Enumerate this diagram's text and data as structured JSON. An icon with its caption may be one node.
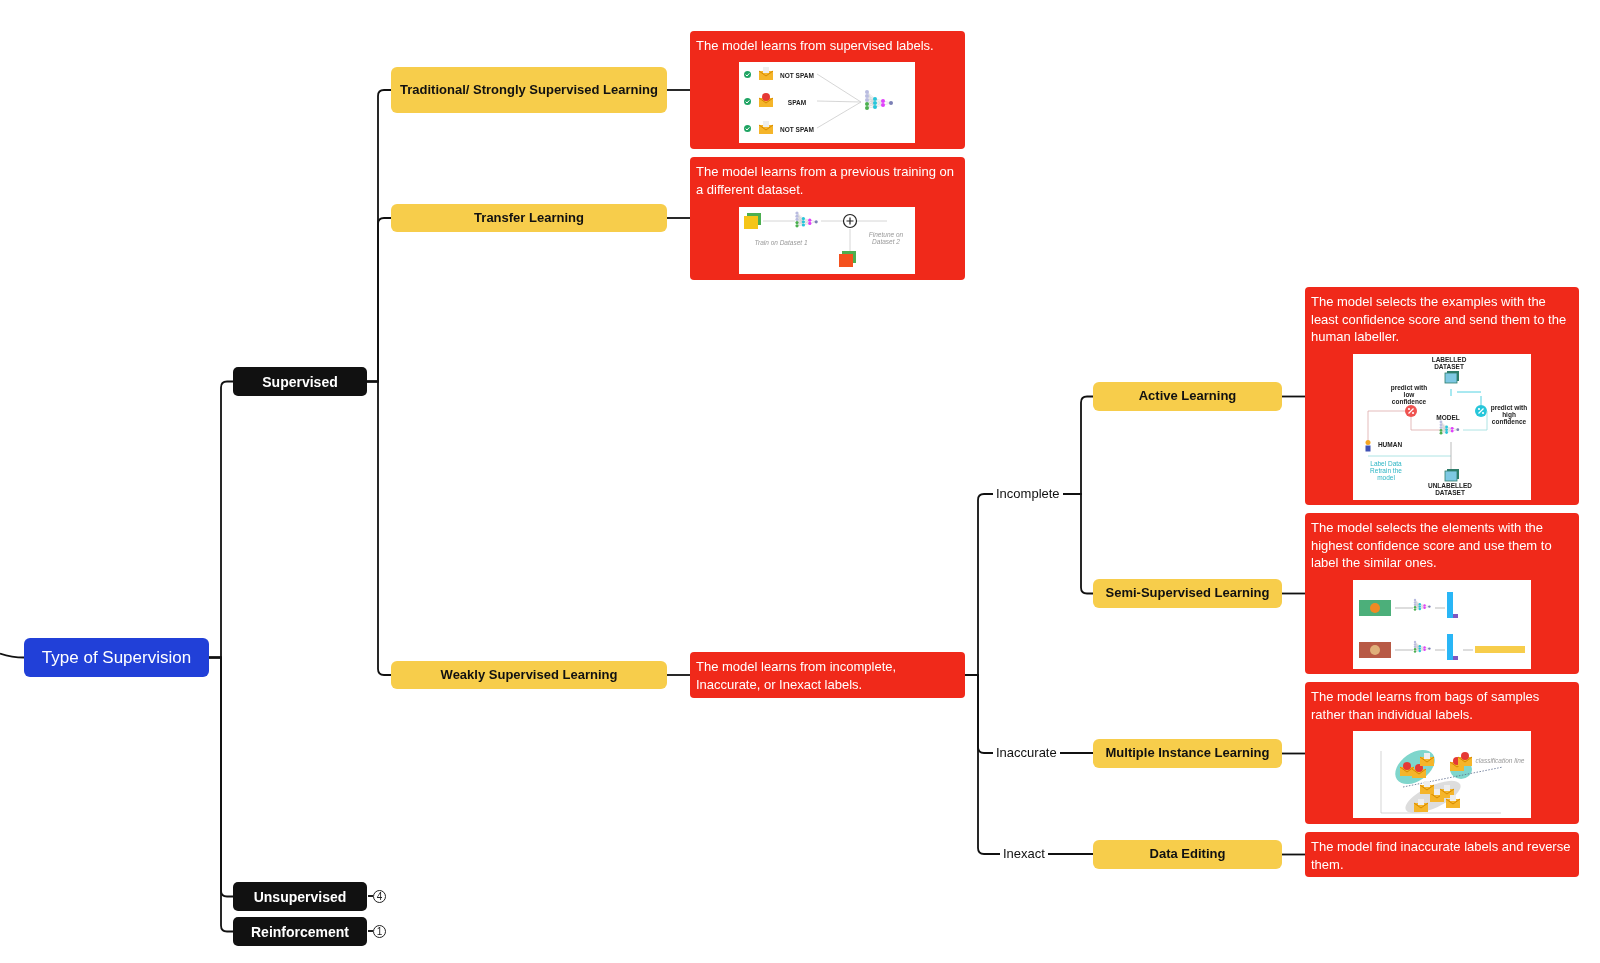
{
  "diagram": {
    "nodes": [
      {
        "text": [
          "Type of Supervision"
        ]
      },
      {
        "text": [
          "Supervised"
        ]
      },
      {
        "text": [
          "Unsupervised"
        ],
        "beside": [
          "4"
        ]
      },
      {
        "text": [
          "Reinforcement"
        ],
        "beside": [
          "1"
        ]
      },
      {
        "text": [
          "Traditional/ Strongly Supervised Learning"
        ]
      },
      {
        "text": [
          "The model learns from supervised labels."
        ]
      },
      {
        "text": [
          "Transfer Learning"
        ]
      },
      {
        "text": [
          "The model learns from a previous training on a different dataset."
        ]
      },
      {
        "text": [
          "Weakly Supervised Learning"
        ]
      },
      {
        "text": [
          "The model learns from incomplete, Inaccurate, or Inexact labels."
        ]
      },
      {
        "text": [
          "Incomplete"
        ]
      },
      {
        "text": [
          "Inaccurate"
        ]
      },
      {
        "text": [
          "Inexact"
        ]
      },
      {
        "text": [
          "Active Learning"
        ]
      },
      {
        "text": [
          "The model selects the examples with the least confidence score and send them to the human labeller."
        ]
      },
      {
        "text": [
          "Semi-Supervised Learning"
        ]
      },
      {
        "text": [
          "The model selects the elements with the highest confidence score and use them to label the similar ones."
        ]
      },
      {
        "text": [
          "Multiple Instance Learning"
        ]
      },
      {
        "text": [
          "The model learns from bags of samples rather than individual labels."
        ]
      },
      {
        "text": [
          "Data Editing"
        ]
      },
      {
        "text": [
          "The model find inaccurate labels and reverse them."
        ]
      }
    ],
    "edges": [
      {
        "from": null,
        "to": 0,
        "arrow": "none"
      },
      {
        "from": 0,
        "to": 1,
        "arrow": "none"
      },
      {
        "from": 0,
        "to": 2,
        "arrow": "none"
      },
      {
        "from": 0,
        "to": 3,
        "arrow": "none"
      },
      {
        "from": 1,
        "to": 4,
        "arrow": "none"
      },
      {
        "from": 1,
        "to": 6,
        "arrow": "none"
      },
      {
        "from": 1,
        "to": 8,
        "arrow": "none"
      },
      {
        "from": 4,
        "to": 5,
        "arrow": "none"
      },
      {
        "from": 6,
        "to": 7,
        "arrow": "none"
      },
      {
        "from": 8,
        "to": 9,
        "arrow": "none"
      },
      {
        "from": 9,
        "to": 10,
        "arrow": "none"
      },
      {
        "from": 9,
        "to": 11,
        "arrow": "none"
      },
      {
        "from": 9,
        "to": 12,
        "arrow": "none"
      },
      {
        "from": 10,
        "to": 13,
        "arrow": "none"
      },
      {
        "from": 10,
        "to": 15,
        "arrow": "none"
      },
      {
        "from": 13,
        "to": 14,
        "arrow": "none"
      },
      {
        "from": 15,
        "to": 16,
        "arrow": "none"
      },
      {
        "from": 11,
        "to": 17,
        "arrow": "none"
      },
      {
        "from": 17,
        "to": 18,
        "arrow": "none"
      },
      {
        "from": 12,
        "to": 19,
        "arrow": "none"
      },
      {
        "from": 19,
        "to": 20,
        "arrow": "none"
      }
    ],
    "labels": [
      "NOT SPAM",
      "SPAM",
      "NOT SPAM",
      "Train on Dataset 1",
      "Finetune on Dataset 2",
      "LABELLED DATASET",
      "predict with low confidence",
      "MODEL",
      "predict with high confidence",
      "HUMAN",
      "Label Data Retrain the model",
      "UNLABELLED DATASET",
      "classification line"
    ]
  }
}
